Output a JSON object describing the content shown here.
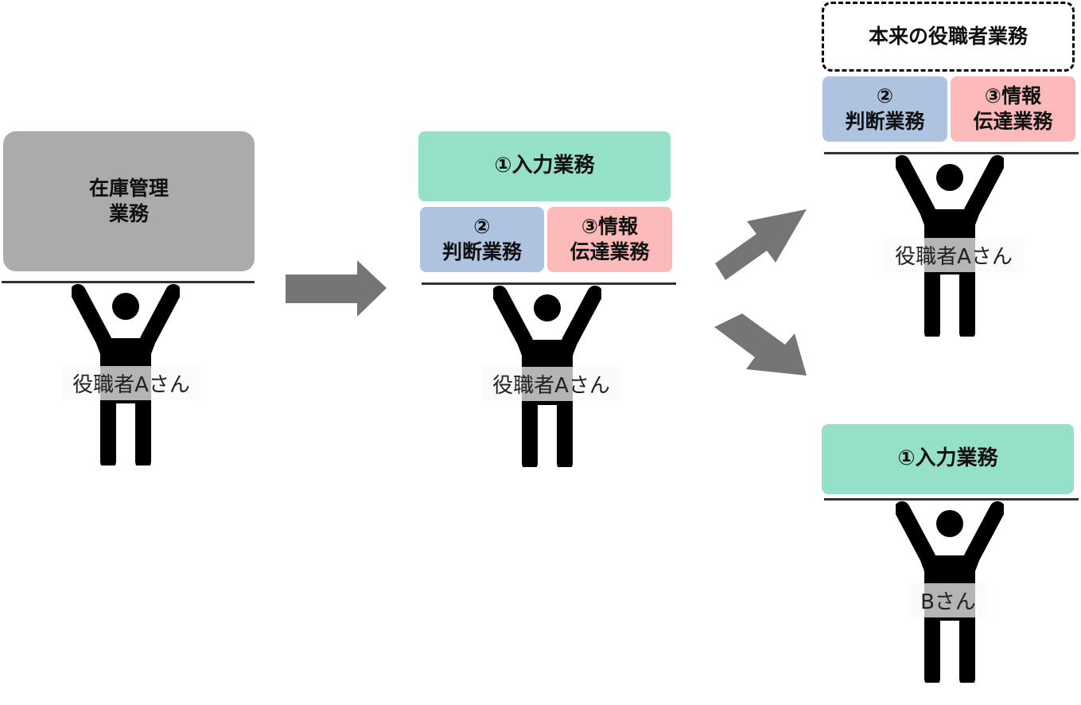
{
  "stage1": {
    "block": "在庫管理\n業務",
    "person_label": "役職者Aさん"
  },
  "stage2": {
    "input_task": "①入力業務",
    "judgment_task": "②\n判断業務",
    "info_task": "③情報\n伝達業務",
    "person_label": "役職者Aさん"
  },
  "stage3_a": {
    "original_duties": "本来の役職者業務",
    "judgment_task": "②\n判断業務",
    "info_task": "③情報\n伝達業務",
    "person_label": "役職者Aさん"
  },
  "stage3_b": {
    "input_task": "①入力業務",
    "person_label": "Bさん"
  },
  "colors": {
    "inventory_block": "#ababab",
    "input_task": "#95e0c8",
    "judgment_task": "#aec3e0",
    "info_task": "#fbb9b9",
    "arrow": "#757575",
    "figure": "#000000"
  }
}
